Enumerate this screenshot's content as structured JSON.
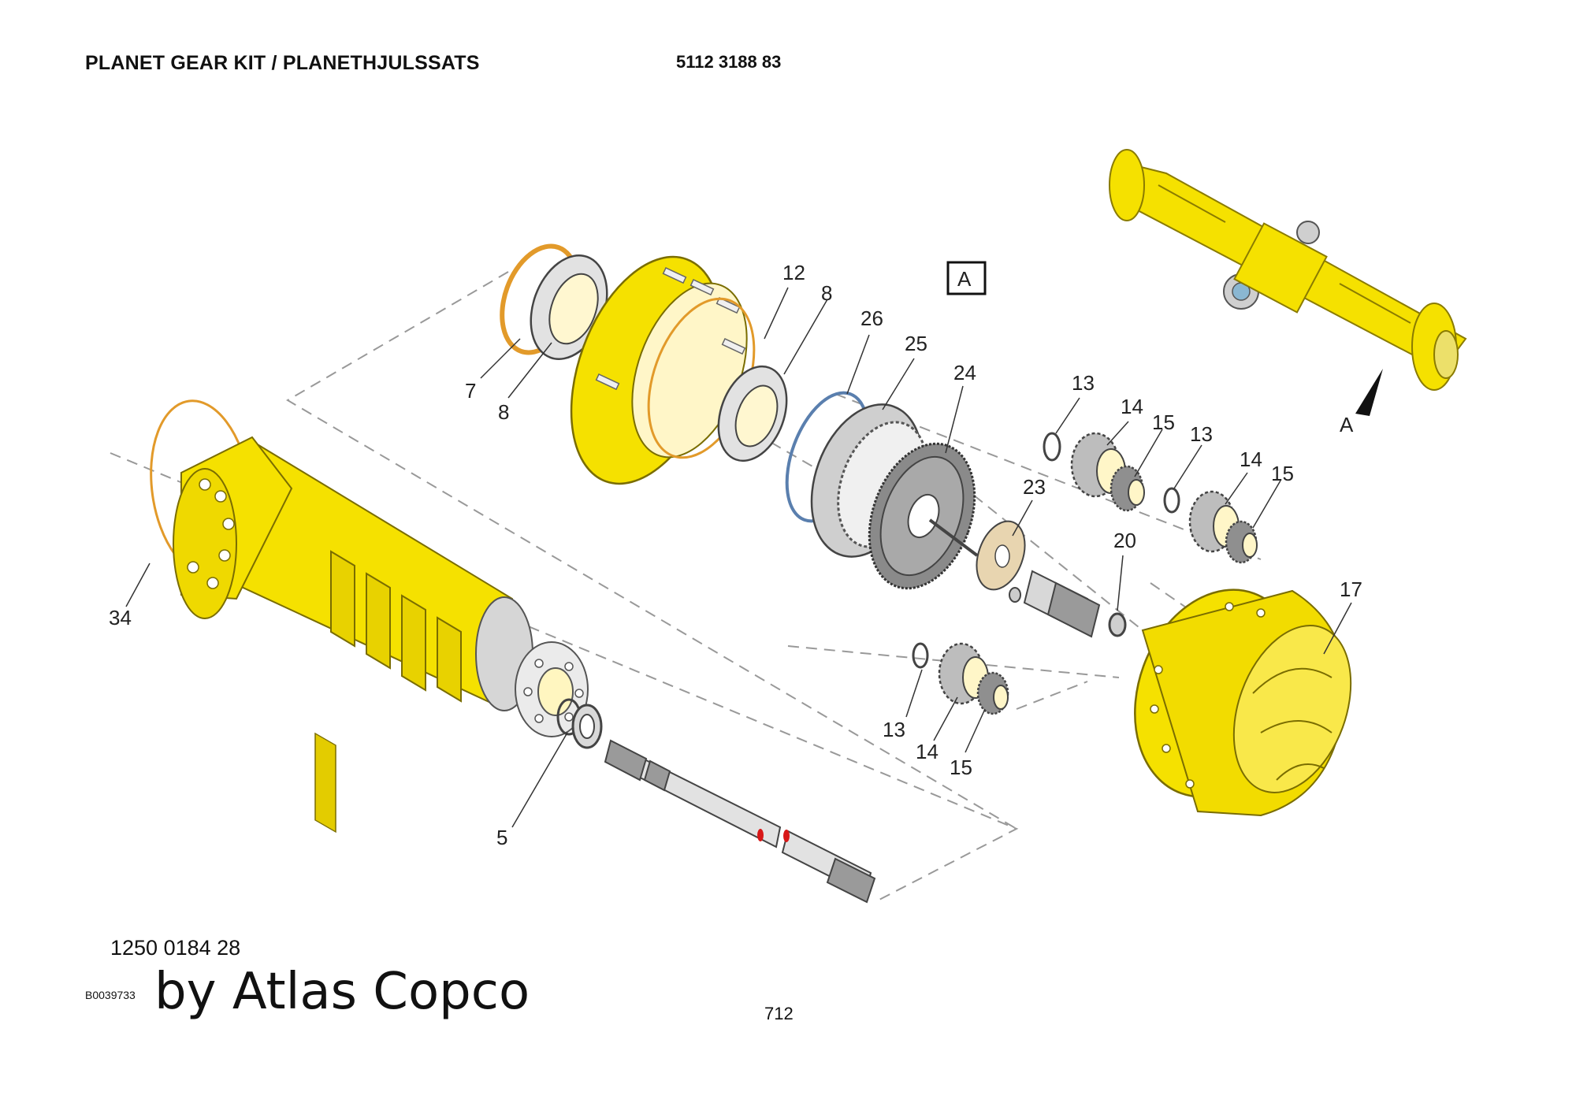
{
  "header": {
    "title": "PLANET GEAR KIT / PLANETHJULSSATS",
    "part_number": "5112 3188 83"
  },
  "footer": {
    "kit_number": "1250 0184 28",
    "image_id": "B0039733",
    "brand": "by Atlas Copco",
    "page_number": "712"
  },
  "view_marker": "A",
  "view_arrow_label": "A",
  "callouts": [
    "12",
    "8",
    "26",
    "25",
    "24",
    "7",
    "8",
    "13",
    "14",
    "15",
    "13",
    "14",
    "15",
    "23",
    "20",
    "17",
    "34",
    "13",
    "14",
    "15",
    "5"
  ],
  "colors": {
    "housing_yellow": "#f5e100",
    "housing_shadow": "#c9b400",
    "steel_gray": "#9a9a9a",
    "light_steel": "#d8d8d8",
    "ring_orange": "#e29a2a",
    "ring_blue": "#5a7fae",
    "mark_red": "#d81818",
    "line_dark": "#333333"
  }
}
